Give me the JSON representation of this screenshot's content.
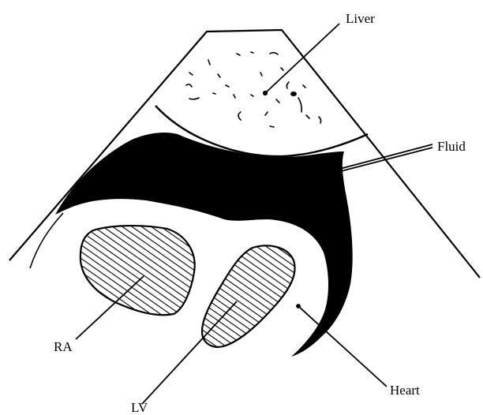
{
  "labels": {
    "liver": "Liver",
    "fluid": "Fluid",
    "ra": "RA",
    "lv": "LV",
    "heart": "Heart"
  },
  "colors": {
    "ink": "#000000",
    "background": "#ffffff"
  }
}
